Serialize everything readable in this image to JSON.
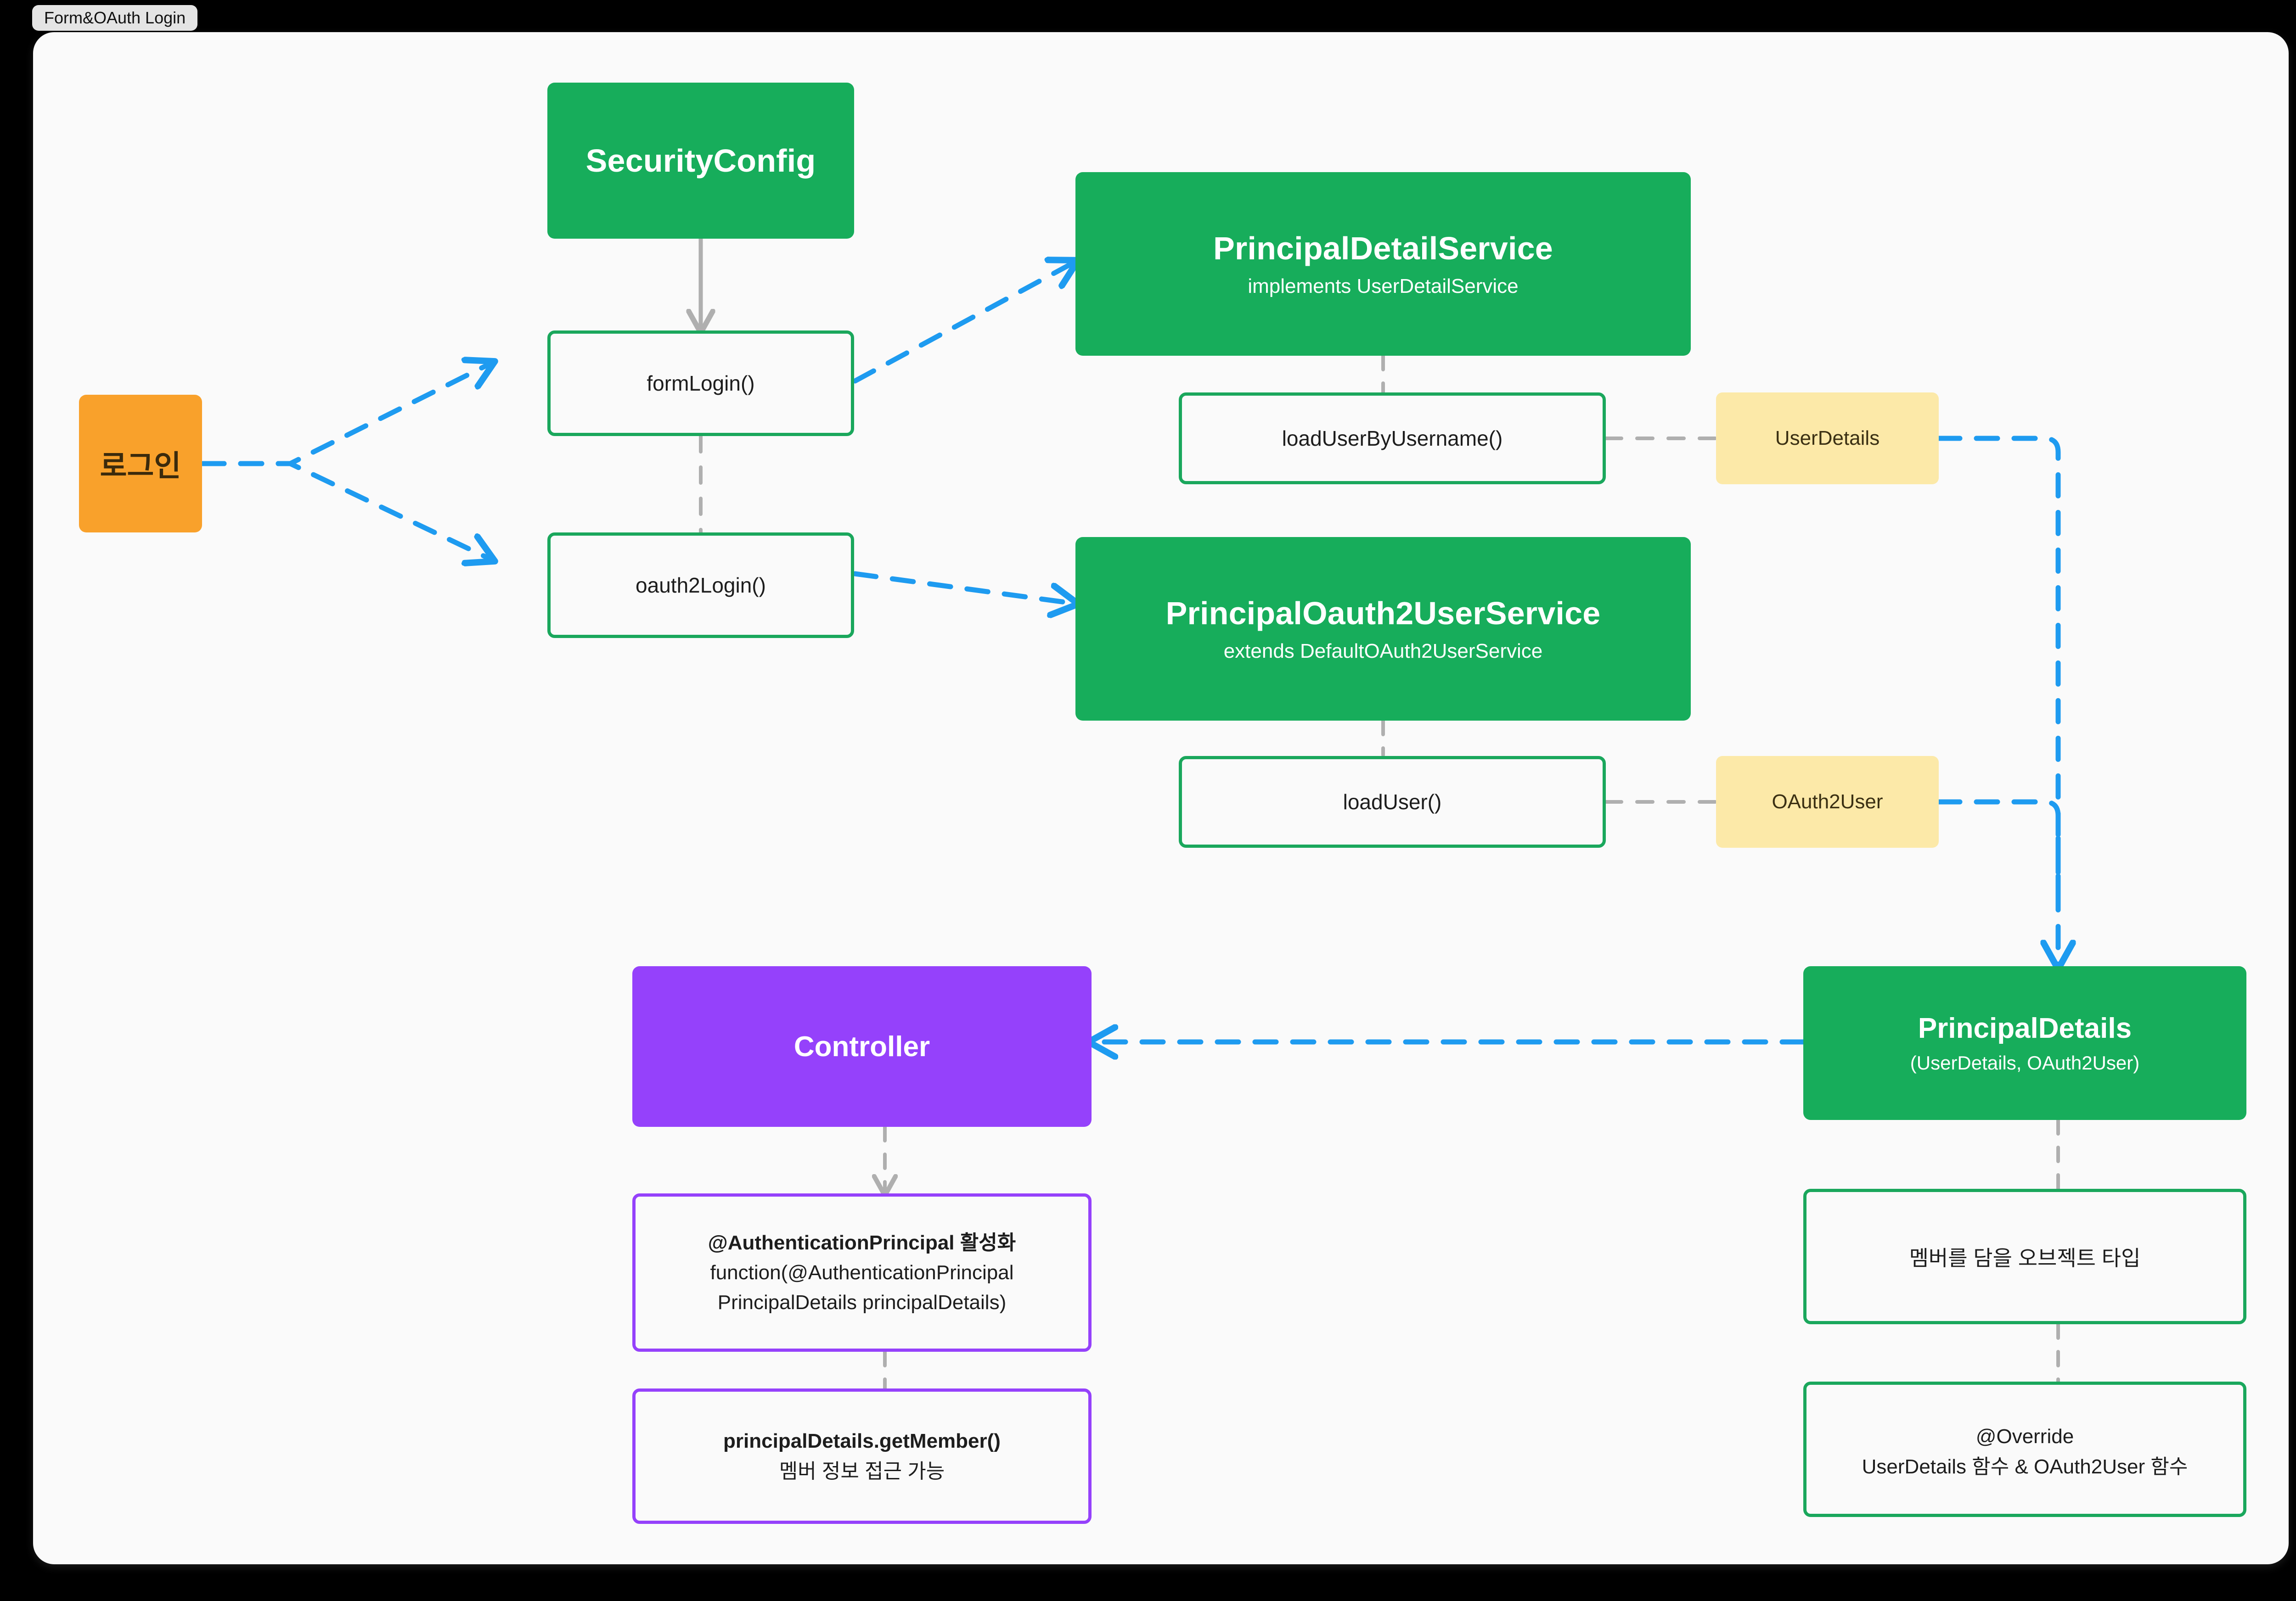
{
  "window": {
    "tab_label": "Form&OAuth Login"
  },
  "colors": {
    "green": "#17AD5B",
    "green_border": "#1AA75C",
    "orange": "#F9A12B",
    "purple": "#9541FB",
    "yellow": "#FCE9A8",
    "edge_blue": "#1E9BF0",
    "edge_gray": "#AFAFAF",
    "canvas": "#FAFAFA",
    "backdrop": "#000000"
  },
  "diagram": {
    "title": "Form&OAuth Login",
    "nodes": {
      "login": {
        "label": "로그인",
        "type": "start",
        "fill": "orange"
      },
      "security_config": {
        "label": "SecurityConfig",
        "type": "class",
        "fill": "green"
      },
      "form_login": {
        "label": "formLogin()",
        "type": "method",
        "fill": "outline-green"
      },
      "oauth2_login": {
        "label": "oauth2Login()",
        "type": "method",
        "fill": "outline-green"
      },
      "principal_detail_service": {
        "label": "PrincipalDetailService",
        "sub": "implements UserDetailService",
        "type": "class",
        "fill": "green"
      },
      "load_user_by_username": {
        "label": "loadUserByUsername()",
        "type": "method",
        "fill": "outline-green"
      },
      "user_details_badge": {
        "label": "UserDetails",
        "type": "return-type",
        "fill": "yellow"
      },
      "principal_oauth2_user_service": {
        "label": "PrincipalOauth2UserService",
        "sub": "extends DefaultOAuth2UserService",
        "type": "class",
        "fill": "green"
      },
      "load_user": {
        "label": "loadUser()",
        "type": "method",
        "fill": "outline-green"
      },
      "oauth2_user_badge": {
        "label": "OAuth2User",
        "type": "return-type",
        "fill": "yellow"
      },
      "principal_details": {
        "label": "PrincipalDetails",
        "sub": "(UserDetails, OAuth2User)",
        "type": "class",
        "fill": "green"
      },
      "member_object_type": {
        "label": "멤버를 담을 오브젝트 타입",
        "type": "note",
        "fill": "outline-green"
      },
      "override_note": {
        "line1": "@Override",
        "line2": "UserDetails 함수 & OAuth2User 함수",
        "type": "note",
        "fill": "outline-green"
      },
      "controller": {
        "label": "Controller",
        "type": "class",
        "fill": "purple"
      },
      "authentication_principal": {
        "line1": "@AuthenticationPrincipal 활성화",
        "line2": "function(@AuthenticationPrincipal",
        "line3": "PrincipalDetails principalDetails)",
        "type": "note",
        "fill": "outline-purple"
      },
      "get_member": {
        "line1": "principalDetails.getMember()",
        "line2": "멤버 정보 접근 가능",
        "type": "note",
        "fill": "outline-purple"
      }
    },
    "edges": [
      {
        "from": "login",
        "to": "form_login",
        "style": "dashed",
        "color": "blue",
        "arrow": true
      },
      {
        "from": "login",
        "to": "oauth2_login",
        "style": "dashed",
        "color": "blue",
        "arrow": true
      },
      {
        "from": "security_config",
        "to": "form_login",
        "style": "solid",
        "color": "gray",
        "arrow": true
      },
      {
        "from": "form_login",
        "to": "oauth2_login",
        "style": "dashed",
        "color": "gray",
        "arrow": false
      },
      {
        "from": "form_login",
        "to": "principal_detail_service",
        "style": "dashed",
        "color": "blue",
        "arrow": true
      },
      {
        "from": "oauth2_login",
        "to": "principal_oauth2_user_service",
        "style": "dashed",
        "color": "blue",
        "arrow": true
      },
      {
        "from": "principal_detail_service",
        "to": "load_user_by_username",
        "style": "dashed",
        "color": "gray",
        "arrow": false
      },
      {
        "from": "load_user_by_username",
        "to": "user_details_badge",
        "style": "dashed",
        "color": "gray",
        "arrow": false
      },
      {
        "from": "principal_oauth2_user_service",
        "to": "load_user",
        "style": "dashed",
        "color": "gray",
        "arrow": false
      },
      {
        "from": "load_user",
        "to": "oauth2_user_badge",
        "style": "dashed",
        "color": "gray",
        "arrow": false
      },
      {
        "from": "user_details_badge",
        "to": "principal_details",
        "style": "dashed",
        "color": "blue",
        "arrow": true
      },
      {
        "from": "oauth2_user_badge",
        "to": "principal_details",
        "style": "dashed",
        "color": "blue",
        "arrow": true
      },
      {
        "from": "principal_details",
        "to": "controller",
        "style": "dashed",
        "color": "blue",
        "arrow": true
      },
      {
        "from": "principal_details",
        "to": "member_object_type",
        "style": "dashed",
        "color": "gray",
        "arrow": false
      },
      {
        "from": "member_object_type",
        "to": "override_note",
        "style": "dashed",
        "color": "gray",
        "arrow": false
      },
      {
        "from": "controller",
        "to": "authentication_principal",
        "style": "dashed",
        "color": "gray",
        "arrow": true
      },
      {
        "from": "authentication_principal",
        "to": "get_member",
        "style": "dashed",
        "color": "gray",
        "arrow": false
      }
    ]
  }
}
